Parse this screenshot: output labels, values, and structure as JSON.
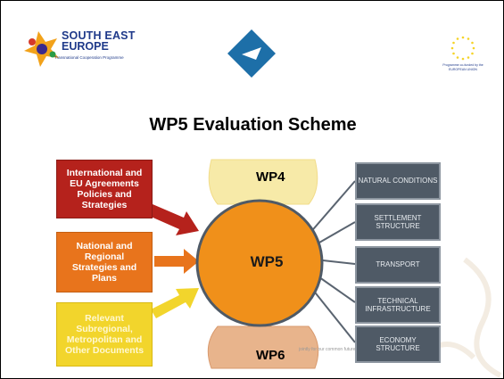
{
  "header": {
    "see_logo": {
      "line1": "SOUTH EAST",
      "line2": "EUROPE",
      "line3": "Transnational Cooperation Programme"
    },
    "eu_logo": {
      "caption": "Programme co-funded by the EUROPEAN UNION"
    }
  },
  "title": "WP5 Evaluation Scheme",
  "center": {
    "label": "WP5",
    "top_label": "WP4",
    "bottom_label": "WP6"
  },
  "left_boxes": [
    {
      "label": "International and EU Agreements Policies and Strategies",
      "color": "#b5221c"
    },
    {
      "label": "National and Regional Strategies and Plans",
      "color": "#e8741c"
    },
    {
      "label": "Relevant Subregional, Metropolitan and Other Documents",
      "color": "#f2d52c"
    }
  ],
  "right_boxes": [
    {
      "label": "Natural Conditions"
    },
    {
      "label": "Settlement Structure"
    },
    {
      "label": "Transport"
    },
    {
      "label": "Technical Infrastructure"
    },
    {
      "label": "Economy Structure"
    }
  ],
  "footnote": "jointly for our common future",
  "colors": {
    "center_fill": "#f0901a",
    "wp4_fill": "#f7eaa8",
    "wp6_fill": "#e8b48c",
    "right_box_fill": "#4f5a66"
  }
}
